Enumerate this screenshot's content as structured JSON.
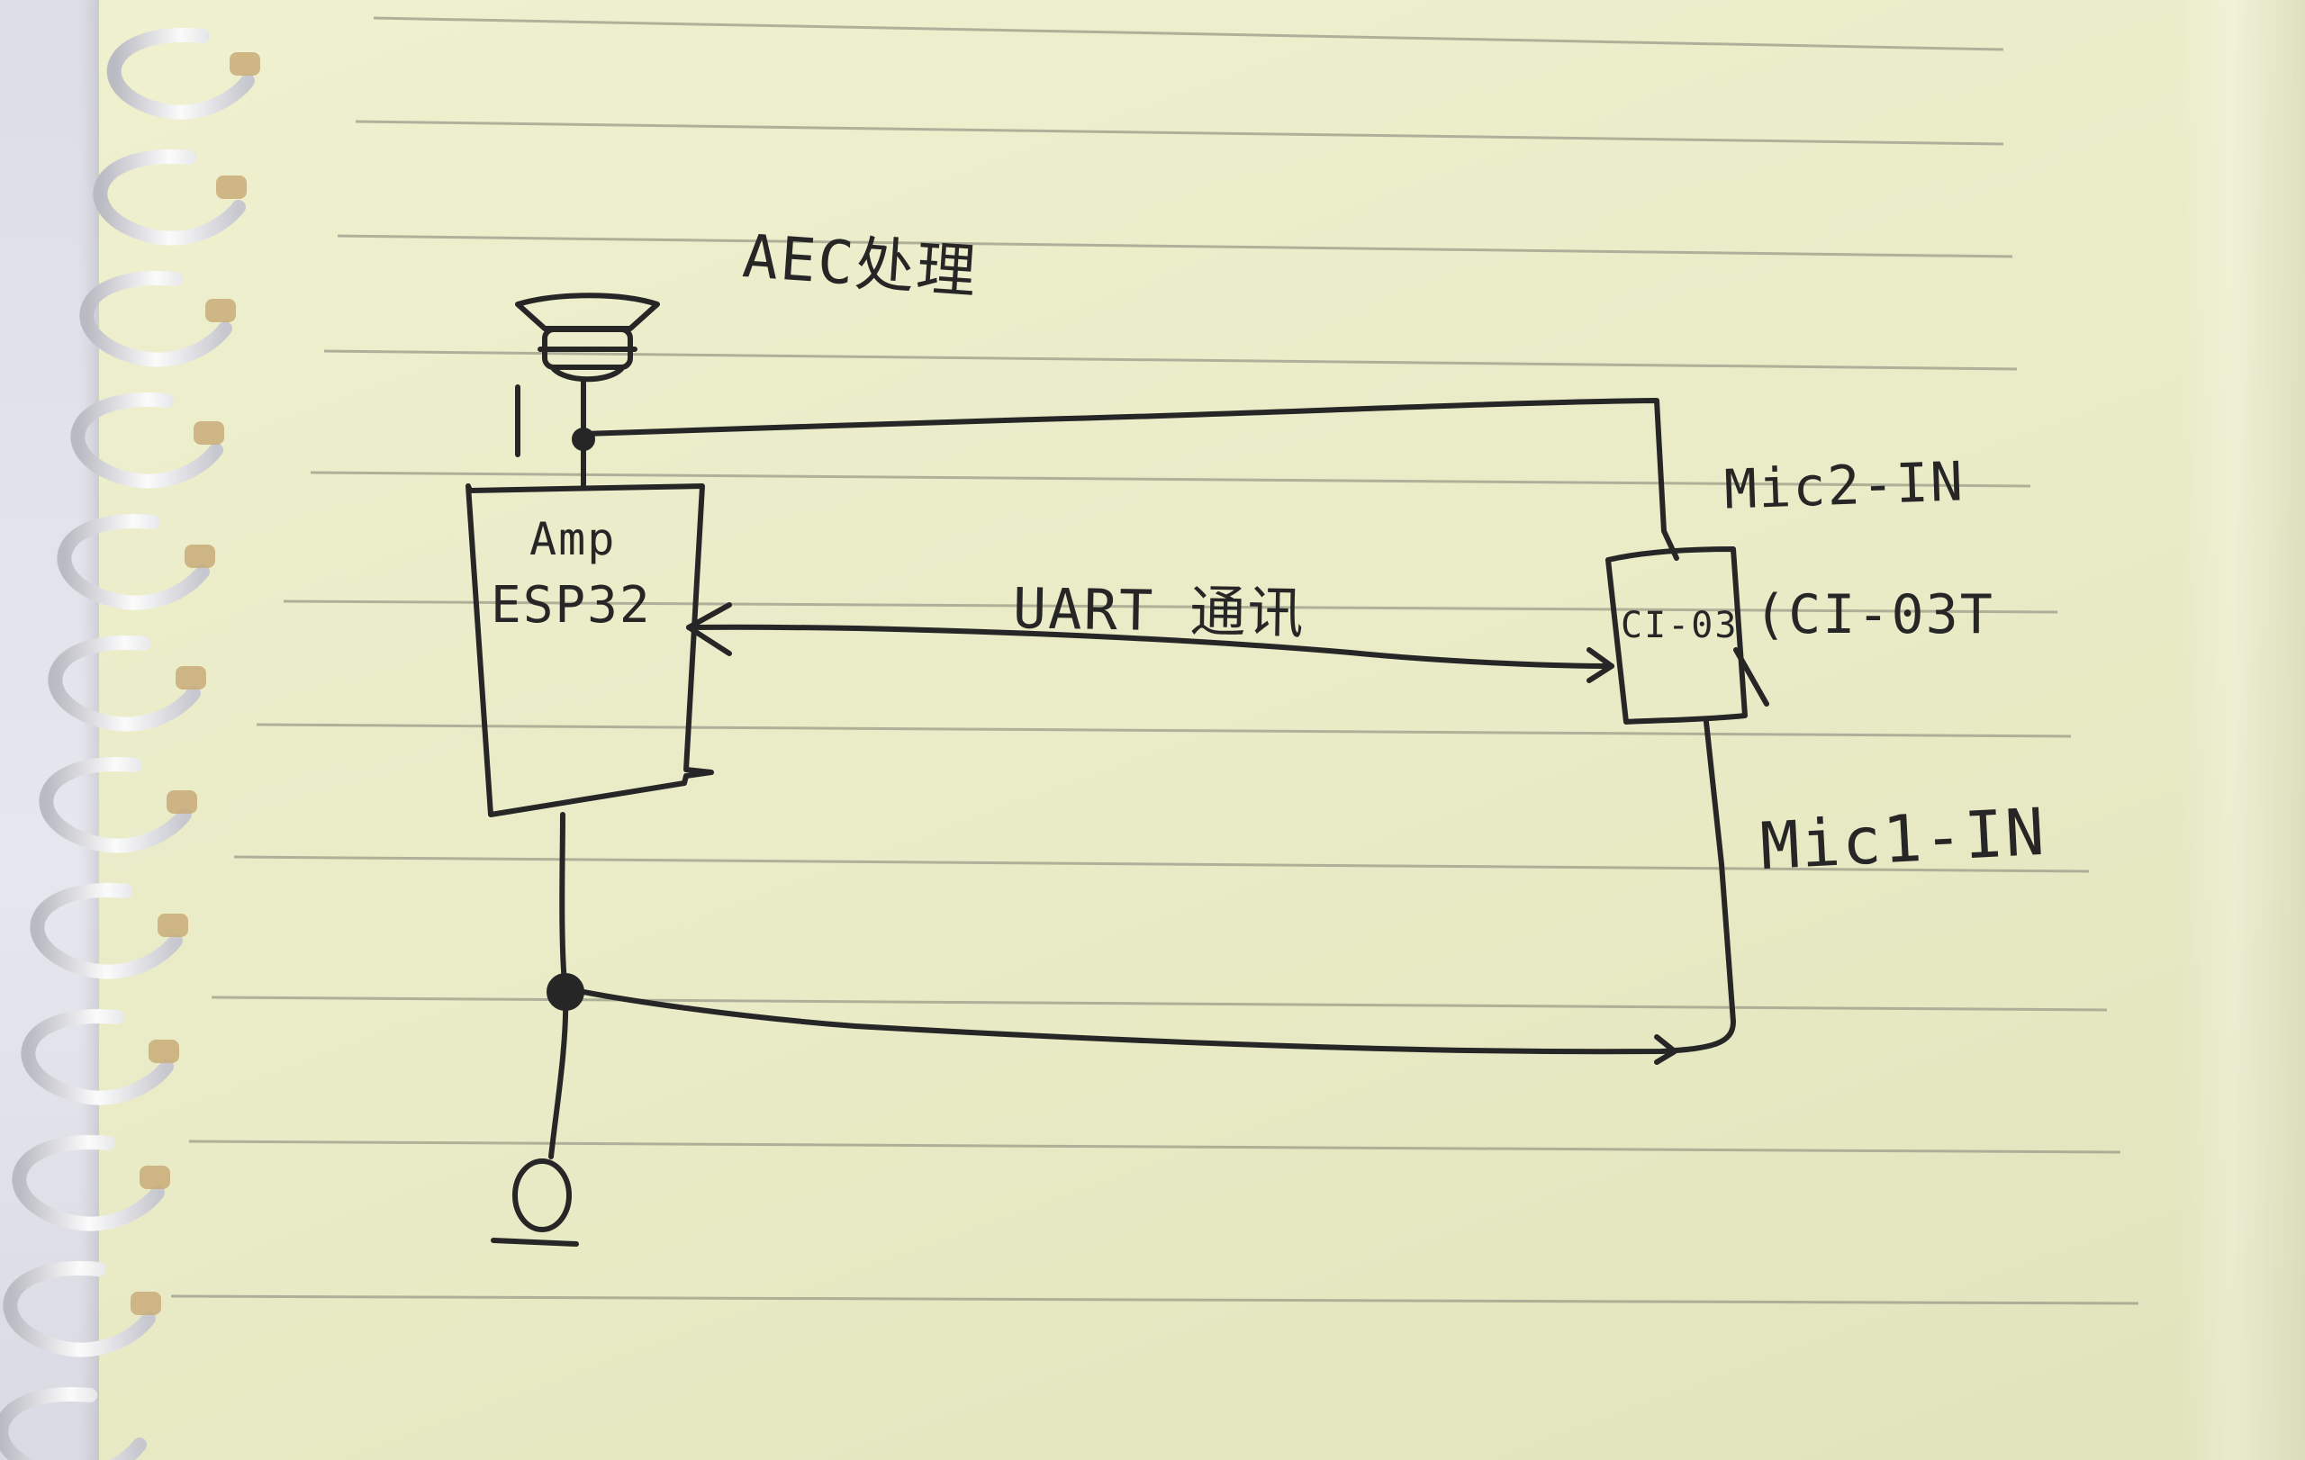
{
  "labels": {
    "aec": "AEC处理",
    "amp": "Amp",
    "esp": "ESP32",
    "uart": "UART 通讯",
    "ci_chip": "CI-03",
    "ci_model": "(CI-03T",
    "mic2": "Mic2-IN",
    "mic1": "Mic1-IN"
  },
  "colors": {
    "ink": "#262626",
    "paper": "#eceecb",
    "rule_line": "#9a9c88",
    "ring": "#f4f4f4"
  },
  "icons": {
    "speaker": "speaker-icon",
    "microphone": "microphone-icon",
    "spiral_binding": "spiral-binding-icon"
  }
}
